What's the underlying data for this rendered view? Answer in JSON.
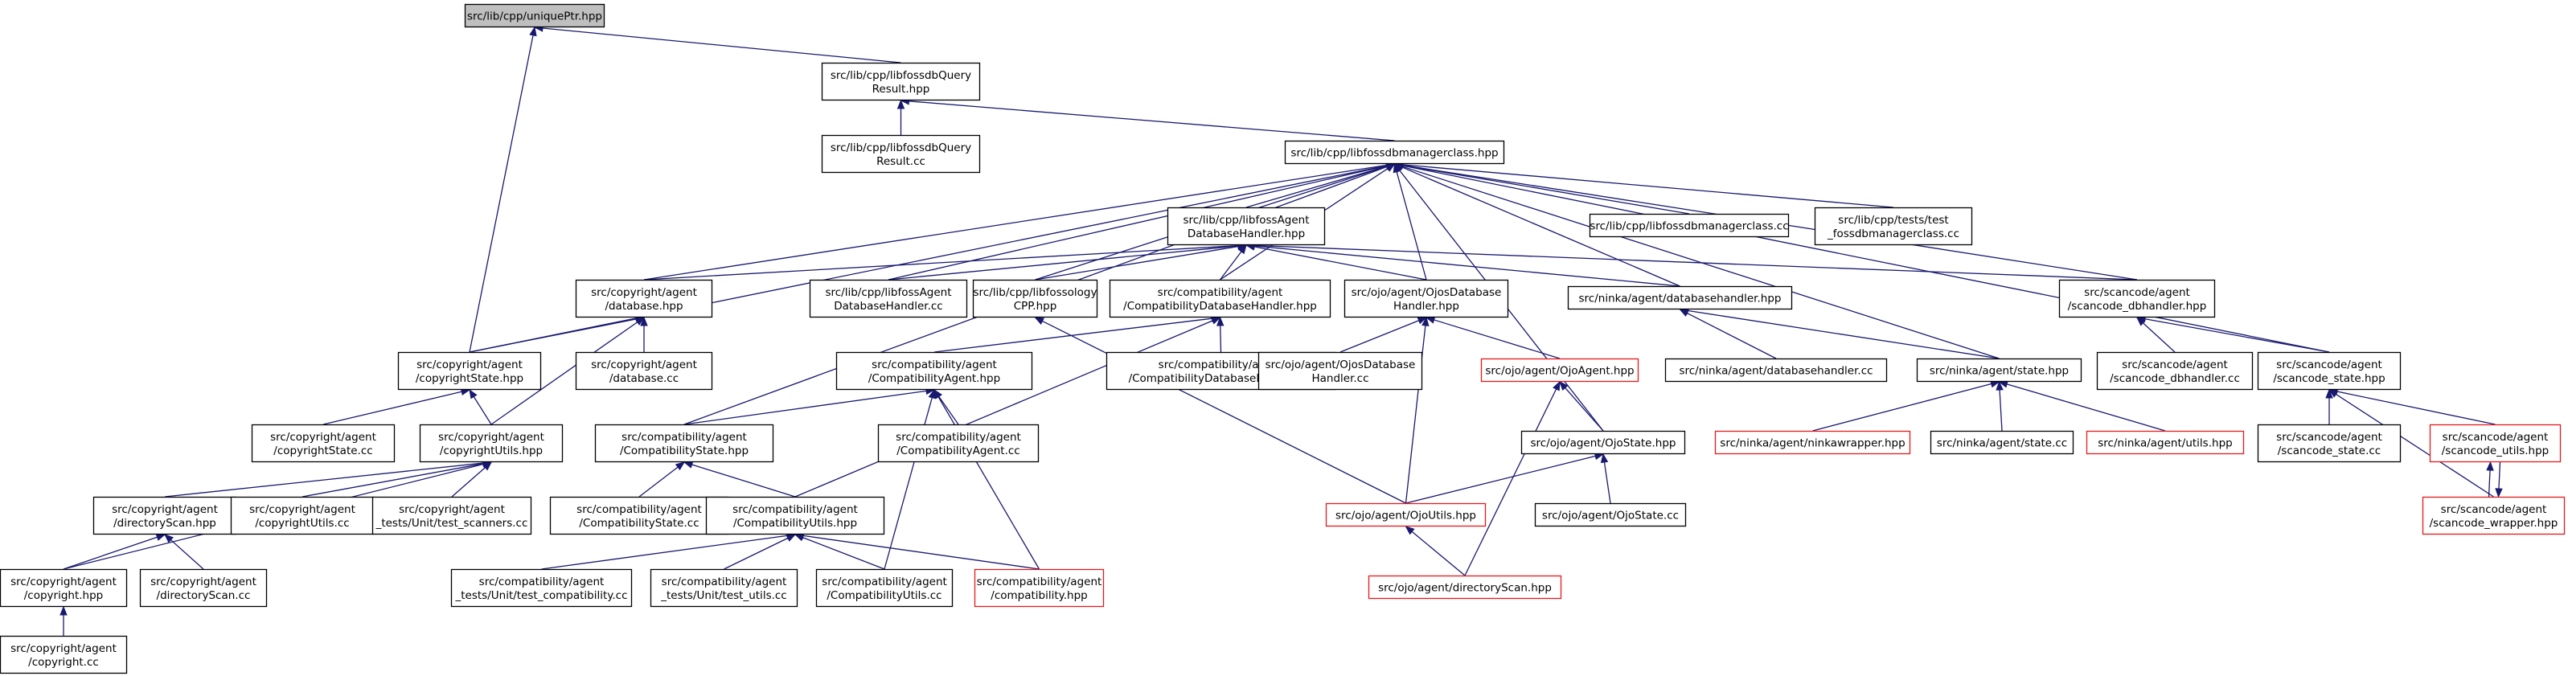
{
  "graph": {
    "type": "include-dependency-graph",
    "colors": {
      "edge": "#191970",
      "node_border": "#000000",
      "root_fill": "#bfbfbf",
      "truncated_border": "#e41a1c"
    },
    "nodes": [
      {
        "id": "uniqueptr",
        "lines": [
          "src/lib/cpp/uniquePtr.hpp"
        ],
        "style": "root"
      },
      {
        "id": "fossdbqueryres_hpp",
        "lines": [
          "src/lib/cpp/libfossdbQuery",
          "Result.hpp"
        ]
      },
      {
        "id": "fossdbqueryres_cc",
        "lines": [
          "src/lib/cpp/libfossdbQuery",
          "Result.cc"
        ]
      },
      {
        "id": "dbmanager_hpp",
        "lines": [
          "src/lib/cpp/libfossdbmanagerclass.hpp"
        ]
      },
      {
        "id": "agentdbhandler_hpp",
        "lines": [
          "src/lib/cpp/libfossAgent",
          "DatabaseHandler.hpp"
        ]
      },
      {
        "id": "dbmanager_cc",
        "lines": [
          "src/lib/cpp/libfossdbmanagerclass.cc"
        ]
      },
      {
        "id": "test_dbmanager_cc",
        "lines": [
          "src/lib/cpp/tests/test",
          "_fossdbmanagerclass.cc"
        ]
      },
      {
        "id": "cr_database_hpp",
        "lines": [
          "src/copyright/agent",
          "/database.hpp"
        ]
      },
      {
        "id": "agentdbhandler_cc",
        "lines": [
          "src/lib/cpp/libfossAgent",
          "DatabaseHandler.cc"
        ]
      },
      {
        "id": "libfossologycpp",
        "lines": [
          "src/lib/cpp/libfossology",
          "CPP.hpp"
        ]
      },
      {
        "id": "compat_dbhandler_hpp",
        "lines": [
          "src/compatibility/agent",
          "/CompatibilityDatabaseHandler.hpp"
        ]
      },
      {
        "id": "ojo_dbhandler_hpp",
        "lines": [
          "src/ojo/agent/OjosDatabase",
          "Handler.hpp"
        ]
      },
      {
        "id": "ninka_dbhandler_hpp",
        "lines": [
          "src/ninka/agent/databasehandler.hpp"
        ]
      },
      {
        "id": "sc_dbhandler_hpp",
        "lines": [
          "src/scancode/agent",
          "/scancode_dbhandler.hpp"
        ]
      },
      {
        "id": "cr_state_hpp",
        "lines": [
          "src/copyright/agent",
          "/copyrightState.hpp"
        ]
      },
      {
        "id": "cr_database_cc",
        "lines": [
          "src/copyright/agent",
          "/database.cc"
        ]
      },
      {
        "id": "compat_agent_hpp",
        "lines": [
          "src/compatibility/agent",
          "/CompatibilityAgent.hpp"
        ]
      },
      {
        "id": "compat_dbhandler_cc",
        "lines": [
          "src/compatibility/agent",
          "/CompatibilityDatabaseHandler.cc"
        ]
      },
      {
        "id": "ojo_dbhandler_cc",
        "lines": [
          "src/ojo/agent/OjosDatabase",
          "Handler.cc"
        ]
      },
      {
        "id": "ojoagent_hpp",
        "lines": [
          "src/ojo/agent/OjoAgent.hpp"
        ],
        "style": "red"
      },
      {
        "id": "ninka_dbhandler_cc",
        "lines": [
          "src/ninka/agent/databasehandler.cc"
        ]
      },
      {
        "id": "ninka_state_hpp",
        "lines": [
          "src/ninka/agent/state.hpp"
        ]
      },
      {
        "id": "sc_dbhandler_cc",
        "lines": [
          "src/scancode/agent",
          "/scancode_dbhandler.cc"
        ]
      },
      {
        "id": "sc_state_hpp",
        "lines": [
          "src/scancode/agent",
          "/scancode_state.hpp"
        ]
      },
      {
        "id": "cr_state_cc",
        "lines": [
          "src/copyright/agent",
          "/copyrightState.cc"
        ]
      },
      {
        "id": "cr_utils_hpp",
        "lines": [
          "src/copyright/agent",
          "/copyrightUtils.hpp"
        ]
      },
      {
        "id": "compat_state_hpp",
        "lines": [
          "src/compatibility/agent",
          "/CompatibilityState.hpp"
        ]
      },
      {
        "id": "compat_agent_cc",
        "lines": [
          "src/compatibility/agent",
          "/CompatibilityAgent.cc"
        ]
      },
      {
        "id": "ojostate_hpp",
        "lines": [
          "src/ojo/agent/OjoState.hpp"
        ]
      },
      {
        "id": "ninkawrapper_hpp",
        "lines": [
          "src/ninka/agent/ninkawrapper.hpp"
        ],
        "style": "red"
      },
      {
        "id": "ninka_state_cc",
        "lines": [
          "src/ninka/agent/state.cc"
        ]
      },
      {
        "id": "ninka_utils_hpp",
        "lines": [
          "src/ninka/agent/utils.hpp"
        ],
        "style": "red"
      },
      {
        "id": "sc_state_cc",
        "lines": [
          "src/scancode/agent",
          "/scancode_state.cc"
        ]
      },
      {
        "id": "sc_utils_hpp",
        "lines": [
          "src/scancode/agent",
          "/scancode_utils.hpp"
        ],
        "style": "red"
      },
      {
        "id": "cr_dirscan_hpp",
        "lines": [
          "src/copyright/agent",
          "/directoryScan.hpp"
        ]
      },
      {
        "id": "cr_utils_cc",
        "lines": [
          "src/copyright/agent",
          "/copyrightUtils.cc"
        ]
      },
      {
        "id": "cr_test_scanners",
        "lines": [
          "src/copyright/agent",
          "_tests/Unit/test_scanners.cc"
        ]
      },
      {
        "id": "compat_state_cc",
        "lines": [
          "src/compatibility/agent",
          "/CompatibilityState.cc"
        ]
      },
      {
        "id": "compat_utils_hpp",
        "lines": [
          "src/compatibility/agent",
          "/CompatibilityUtils.hpp"
        ]
      },
      {
        "id": "ojoutils_hpp",
        "lines": [
          "src/ojo/agent/OjoUtils.hpp"
        ],
        "style": "red"
      },
      {
        "id": "ojostate_cc",
        "lines": [
          "src/ojo/agent/OjoState.cc"
        ]
      },
      {
        "id": "sc_wrapper_hpp",
        "lines": [
          "src/scancode/agent",
          "/scancode_wrapper.hpp"
        ],
        "style": "red"
      },
      {
        "id": "cr_copyright_hpp",
        "lines": [
          "src/copyright/agent",
          "/copyright.hpp"
        ]
      },
      {
        "id": "cr_dirscan_cc",
        "lines": [
          "src/copyright/agent",
          "/directoryScan.cc"
        ]
      },
      {
        "id": "compat_test_compat",
        "lines": [
          "src/compatibility/agent",
          "_tests/Unit/test_compatibility.cc"
        ]
      },
      {
        "id": "compat_test_utils",
        "lines": [
          "src/compatibility/agent",
          "_tests/Unit/test_utils.cc"
        ]
      },
      {
        "id": "compat_utils_cc",
        "lines": [
          "src/compatibility/agent",
          "/CompatibilityUtils.cc"
        ]
      },
      {
        "id": "compat_compat_hpp",
        "lines": [
          "src/compatibility/agent",
          "/compatibility.hpp"
        ],
        "style": "red"
      },
      {
        "id": "ojo_dirscan_hpp",
        "lines": [
          "src/ojo/agent/directoryScan.hpp"
        ],
        "style": "red"
      },
      {
        "id": "cr_copyright_cc",
        "lines": [
          "src/copyright/agent",
          "/copyright.cc"
        ]
      }
    ],
    "edges": [
      [
        "fossdbqueryres_hpp",
        "uniqueptr"
      ],
      [
        "cr_state_hpp",
        "uniqueptr"
      ],
      [
        "fossdbqueryres_cc",
        "fossdbqueryres_hpp"
      ],
      [
        "dbmanager_hpp",
        "fossdbqueryres_hpp"
      ],
      [
        "agentdbhandler_hpp",
        "dbmanager_hpp"
      ],
      [
        "dbmanager_cc",
        "dbmanager_hpp"
      ],
      [
        "test_dbmanager_cc",
        "dbmanager_hpp"
      ],
      [
        "cr_database_hpp",
        "dbmanager_hpp"
      ],
      [
        "agentdbhandler_cc",
        "dbmanager_hpp"
      ],
      [
        "libfossologycpp",
        "dbmanager_hpp"
      ],
      [
        "compat_dbhandler_hpp",
        "dbmanager_hpp"
      ],
      [
        "ojo_dbhandler_hpp",
        "dbmanager_hpp"
      ],
      [
        "ninka_dbhandler_hpp",
        "dbmanager_hpp"
      ],
      [
        "sc_dbhandler_hpp",
        "dbmanager_hpp"
      ],
      [
        "cr_state_hpp",
        "dbmanager_hpp"
      ],
      [
        "compat_state_hpp",
        "dbmanager_hpp"
      ],
      [
        "ninka_state_hpp",
        "dbmanager_hpp"
      ],
      [
        "sc_state_hpp",
        "dbmanager_hpp"
      ],
      [
        "ojostate_hpp",
        "dbmanager_hpp"
      ],
      [
        "agentdbhandler_cc",
        "agentdbhandler_hpp"
      ],
      [
        "libfossologycpp",
        "agentdbhandler_hpp"
      ],
      [
        "compat_dbhandler_hpp",
        "agentdbhandler_hpp"
      ],
      [
        "ojo_dbhandler_hpp",
        "agentdbhandler_hpp"
      ],
      [
        "ninka_dbhandler_hpp",
        "agentdbhandler_hpp"
      ],
      [
        "sc_dbhandler_hpp",
        "agentdbhandler_hpp"
      ],
      [
        "cr_database_hpp",
        "agentdbhandler_hpp"
      ],
      [
        "cr_state_hpp",
        "cr_database_hpp"
      ],
      [
        "cr_database_cc",
        "cr_database_hpp"
      ],
      [
        "cr_utils_hpp",
        "cr_database_hpp"
      ],
      [
        "ojoutils_hpp",
        "libfossologycpp"
      ],
      [
        "compat_agent_hpp",
        "compat_dbhandler_hpp"
      ],
      [
        "compat_dbhandler_cc",
        "compat_dbhandler_hpp"
      ],
      [
        "compat_utils_hpp",
        "compat_dbhandler_hpp"
      ],
      [
        "ojo_dbhandler_cc",
        "ojo_dbhandler_hpp"
      ],
      [
        "ojoagent_hpp",
        "ojo_dbhandler_hpp"
      ],
      [
        "ojoutils_hpp",
        "ojo_dbhandler_hpp"
      ],
      [
        "ninka_dbhandler_cc",
        "ninka_dbhandler_hpp"
      ],
      [
        "ninka_state_hpp",
        "ninka_dbhandler_hpp"
      ],
      [
        "sc_dbhandler_cc",
        "sc_dbhandler_hpp"
      ],
      [
        "sc_state_hpp",
        "sc_dbhandler_hpp"
      ],
      [
        "cr_state_cc",
        "cr_state_hpp"
      ],
      [
        "cr_utils_hpp",
        "cr_state_hpp"
      ],
      [
        "compat_state_hpp",
        "compat_agent_hpp"
      ],
      [
        "compat_agent_cc",
        "compat_agent_hpp"
      ],
      [
        "compat_utils_cc",
        "compat_agent_hpp"
      ],
      [
        "compat_compat_hpp",
        "compat_agent_hpp"
      ],
      [
        "ojostate_hpp",
        "ojoagent_hpp"
      ],
      [
        "ojo_dirscan_hpp",
        "ojoagent_hpp"
      ],
      [
        "ninkawrapper_hpp",
        "ninka_state_hpp"
      ],
      [
        "ninka_state_cc",
        "ninka_state_hpp"
      ],
      [
        "ninka_utils_hpp",
        "ninka_state_hpp"
      ],
      [
        "sc_state_cc",
        "sc_state_hpp"
      ],
      [
        "sc_utils_hpp",
        "sc_state_hpp"
      ],
      [
        "sc_wrapper_hpp",
        "sc_state_hpp"
      ],
      [
        "sc_wrapper_hpp",
        "sc_utils_hpp"
      ],
      [
        "sc_utils_hpp",
        "sc_wrapper_hpp"
      ],
      [
        "cr_dirscan_hpp",
        "cr_utils_hpp"
      ],
      [
        "cr_utils_cc",
        "cr_utils_hpp"
      ],
      [
        "cr_test_scanners",
        "cr_utils_hpp"
      ],
      [
        "cr_copyright_hpp",
        "cr_utils_hpp"
      ],
      [
        "compat_state_cc",
        "compat_state_hpp"
      ],
      [
        "compat_utils_hpp",
        "compat_state_hpp"
      ],
      [
        "ojoutils_hpp",
        "ojostate_hpp"
      ],
      [
        "ojostate_cc",
        "ojostate_hpp"
      ],
      [
        "cr_copyright_hpp",
        "cr_dirscan_hpp"
      ],
      [
        "cr_dirscan_cc",
        "cr_dirscan_hpp"
      ],
      [
        "compat_test_compat",
        "compat_utils_hpp"
      ],
      [
        "compat_test_utils",
        "compat_utils_hpp"
      ],
      [
        "compat_utils_cc",
        "compat_utils_hpp"
      ],
      [
        "compat_compat_hpp",
        "compat_utils_hpp"
      ],
      [
        "ojo_dirscan_hpp",
        "ojoutils_hpp"
      ],
      [
        "cr_copyright_cc",
        "cr_copyright_hpp"
      ]
    ]
  }
}
